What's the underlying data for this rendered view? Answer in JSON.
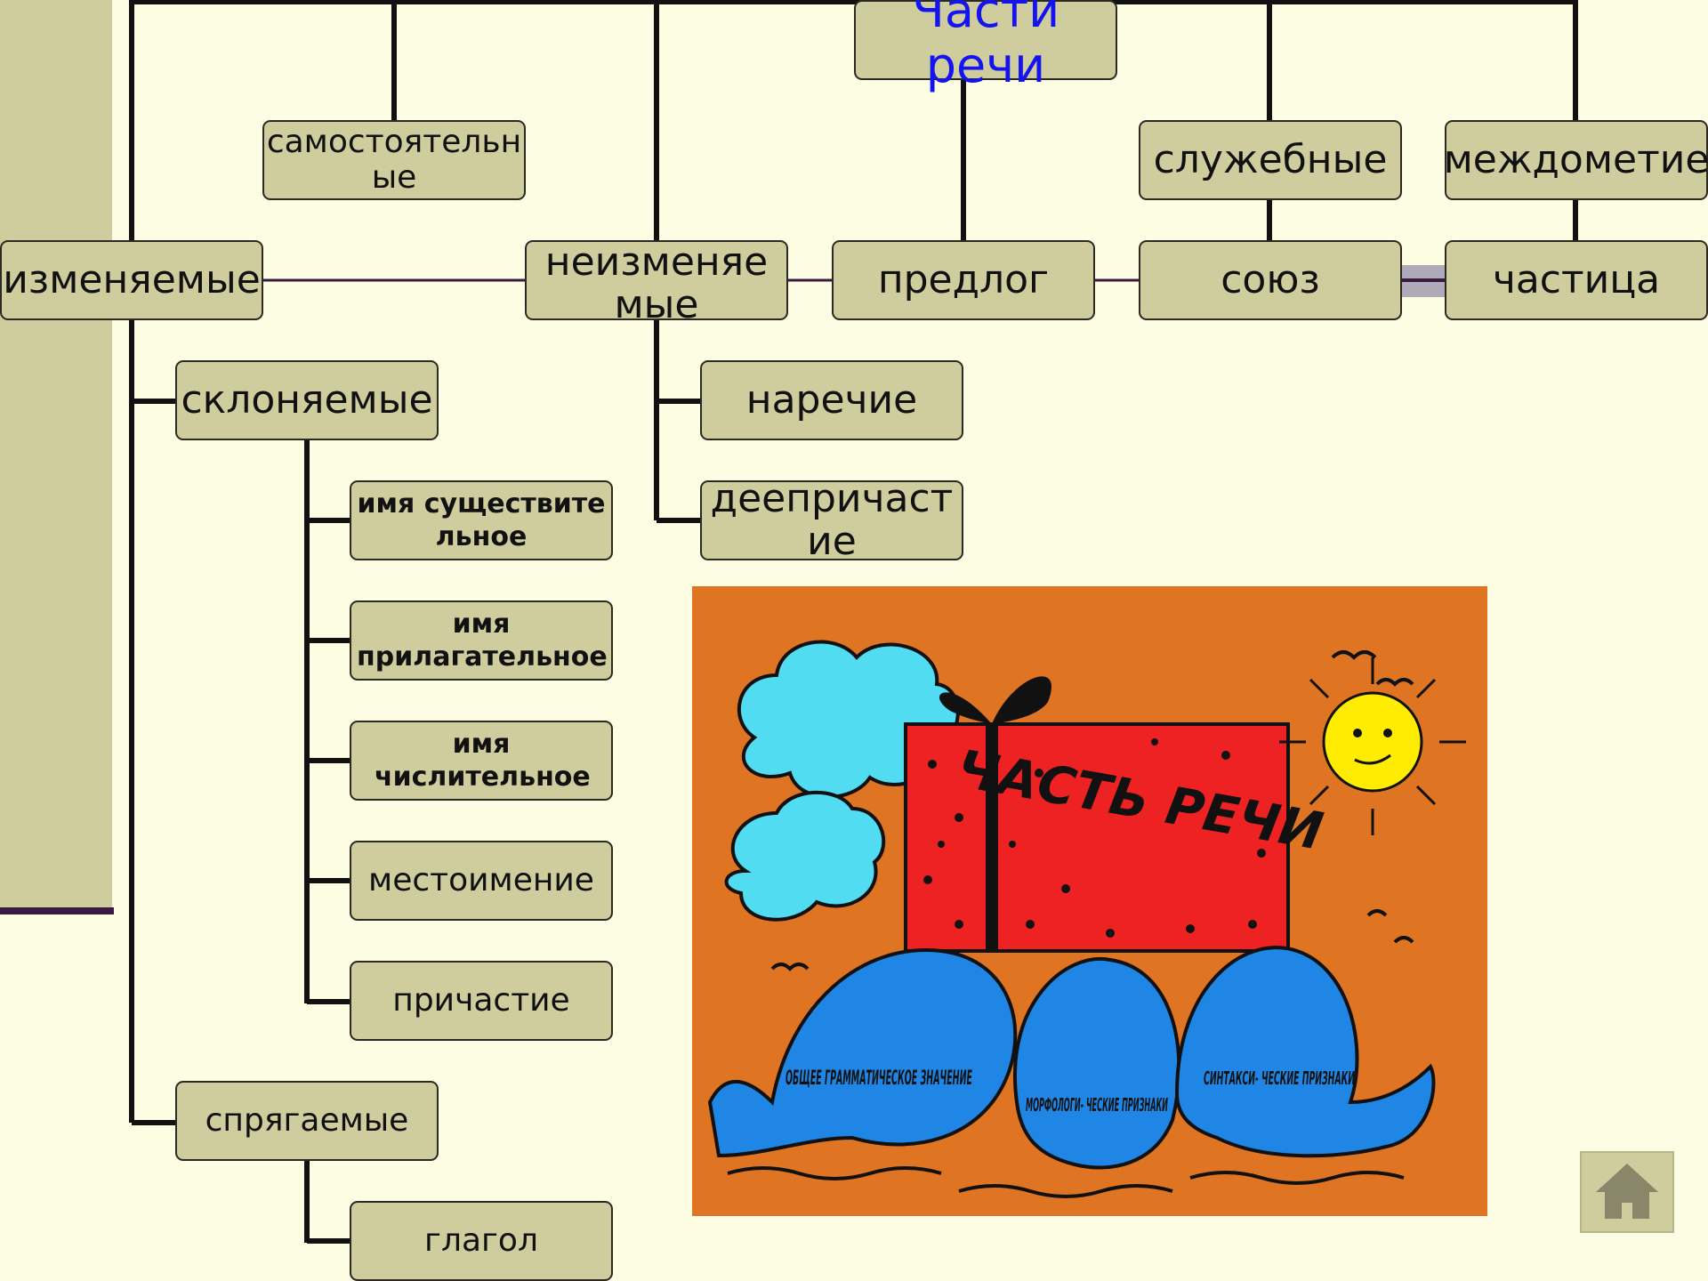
{
  "diagram": {
    "title": "Части речи",
    "nodes": {
      "samostoyatelnye": "самостоятельные",
      "sluzhebnye": "служебные",
      "mezhdometie": "междометие",
      "izmenyaemye": "изменяемые",
      "neizmenyaemye": "неизменяемые",
      "predlog": "предлог",
      "soyuz": "союз",
      "chastitsa": "частица",
      "sklonyaemye": "склоняемые",
      "narechie": "наречие",
      "deeprichastie": "деепричастие",
      "sushchestvitelnoe": "имя существительное",
      "prilagatelnoe": "имя прилагательное",
      "chislitelnoe": "имя числительное",
      "mestoimenie": "местоимение",
      "prichastie": "причастие",
      "spryagaemye": "спрягаемые",
      "glagol": "глагол"
    }
  },
  "illustration": {
    "gift_text": "ЧАСТЬ РЕЧИ",
    "whales": [
      "ОБЩЕЕ ГРАММАТИЧЕСКОЕ ЗНАЧЕНИЕ",
      "МОРФОЛОГИ- ЧЕСКИЕ ПРИЗНАКИ",
      "СИНТАКСИ- ЧЕСКИЕ ПРИЗНАКИ"
    ]
  },
  "home_button": {
    "icon": "home-icon"
  },
  "colors": {
    "background": "#fdfde4",
    "box_fill": "#cfcc9e",
    "title_text": "#1414f0",
    "sidebar": "#cfcc9e",
    "picture_bg": "#df7422",
    "gift": "#ee2222",
    "whale": "#1f86e6",
    "cloud": "#52dcf2",
    "sun": "#ffec00"
  }
}
